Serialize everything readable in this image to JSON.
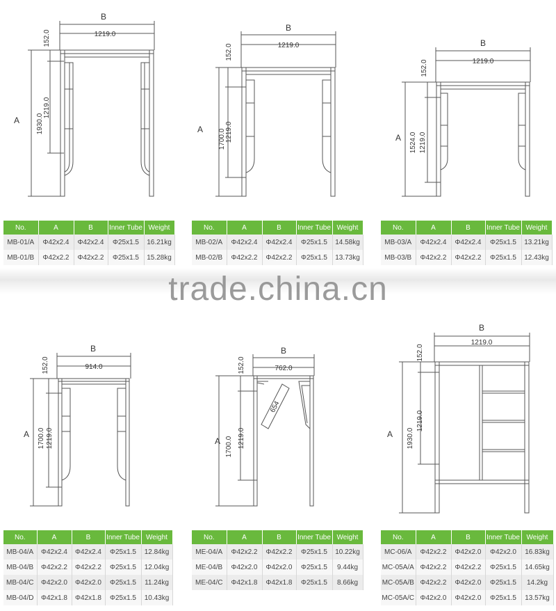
{
  "watermark": "trade.china.cn",
  "colors": {
    "header_green": "#69b93d",
    "frame_stroke": "#555555"
  },
  "table_headers": [
    "No.",
    "A",
    "B",
    "Inner Tube",
    "Weight"
  ],
  "frames": [
    {
      "label_a": "A",
      "label_b": "B",
      "width_dim": "1219.0",
      "top_dim": "152.0",
      "inner_dim": "1219.0",
      "height_dim": "1930.0",
      "rows": [
        [
          "MB-01/A",
          "Φ42x2.4",
          "Φ42x2.4",
          "Φ25x1.5",
          "16.21kg"
        ],
        [
          "MB-01/B",
          "Φ42x2.2",
          "Φ42x2.2",
          "Φ25x1.5",
          "15.28kg"
        ]
      ]
    },
    {
      "label_a": "A",
      "label_b": "B",
      "width_dim": "1219.0",
      "top_dim": "152.0",
      "inner_dim": "1219.0",
      "height_dim": "1700.0",
      "rows": [
        [
          "MB-02/A",
          "Φ42x2.4",
          "Φ42x2.4",
          "Φ25x1.5",
          "14.58kg"
        ],
        [
          "MB-02/B",
          "Φ42x2.2",
          "Φ42x2.2",
          "Φ25x1.5",
          "13.73kg"
        ]
      ]
    },
    {
      "label_a": "A",
      "label_b": "B",
      "width_dim": "1219.0",
      "top_dim": "152.0",
      "inner_dim": "1219.0",
      "height_dim": "1524.0",
      "rows": [
        [
          "MB-03/A",
          "Φ42x2.4",
          "Φ42x2.4",
          "Φ25x1.5",
          "13.21kg"
        ],
        [
          "MB-03/B",
          "Φ42x2.2",
          "Φ42x2.2",
          "Φ25x1.5",
          "12.43kg"
        ]
      ]
    },
    {
      "label_a": "A",
      "label_b": "B",
      "width_dim": "914.0",
      "top_dim": "152.0",
      "inner_dim": "1219.0",
      "height_dim": "1700.0",
      "rows": [
        [
          "MB-04/A",
          "Φ42x2.4",
          "Φ42x2.4",
          "Φ25x1.5",
          "12.84kg"
        ],
        [
          "MB-04/B",
          "Φ42x2.2",
          "Φ42x2.2",
          "Φ25x1.5",
          "12.04kg"
        ],
        [
          "MB-04/C",
          "Φ42x2.0",
          "Φ42x2.0",
          "Φ25x1.5",
          "11.24kg"
        ],
        [
          "MB-04/D",
          "Φ42x1.8",
          "Φ42x1.8",
          "Φ25x1.5",
          "10.43kg"
        ]
      ]
    },
    {
      "label_a": "A",
      "label_b": "B",
      "width_dim": "762.0",
      "top_dim": "152.0",
      "inner_dim": "1219.0",
      "height_dim": "1700.0",
      "brace_dim": "654",
      "rows": [
        [
          "ME-04/A",
          "Φ42x2.2",
          "Φ42x2.2",
          "Φ25x1.5",
          "10.22kg"
        ],
        [
          "ME-04/B",
          "Φ42x2.0",
          "Φ42x2.0",
          "Φ25x1.5",
          "9.44kg"
        ],
        [
          "ME-04/C",
          "Φ42x1.8",
          "Φ42x1.8",
          "Φ25x1.5",
          "8.66kg"
        ]
      ]
    },
    {
      "label_a": "A",
      "label_b": "B",
      "width_dim": "1219.0",
      "top_dim": "152.0",
      "inner_dim": "1219.0",
      "height_dim": "1930.0",
      "rows": [
        [
          "MC-06/A",
          "Φ42x2.2",
          "Φ42x2.0",
          "Φ42x2.0",
          "16.83kg"
        ],
        [
          "MC-05A/A",
          "Φ42x2.2",
          "Φ42x2.2",
          "Φ25x1.5",
          "14.65kg"
        ],
        [
          "MC-05A/B",
          "Φ42x2.2",
          "Φ42x2.0",
          "Φ25x1.5",
          "14.2kg"
        ],
        [
          "MC-05A/C",
          "Φ42x2.0",
          "Φ42x2.0",
          "Φ25x1.5",
          "13.57kg"
        ]
      ]
    }
  ]
}
